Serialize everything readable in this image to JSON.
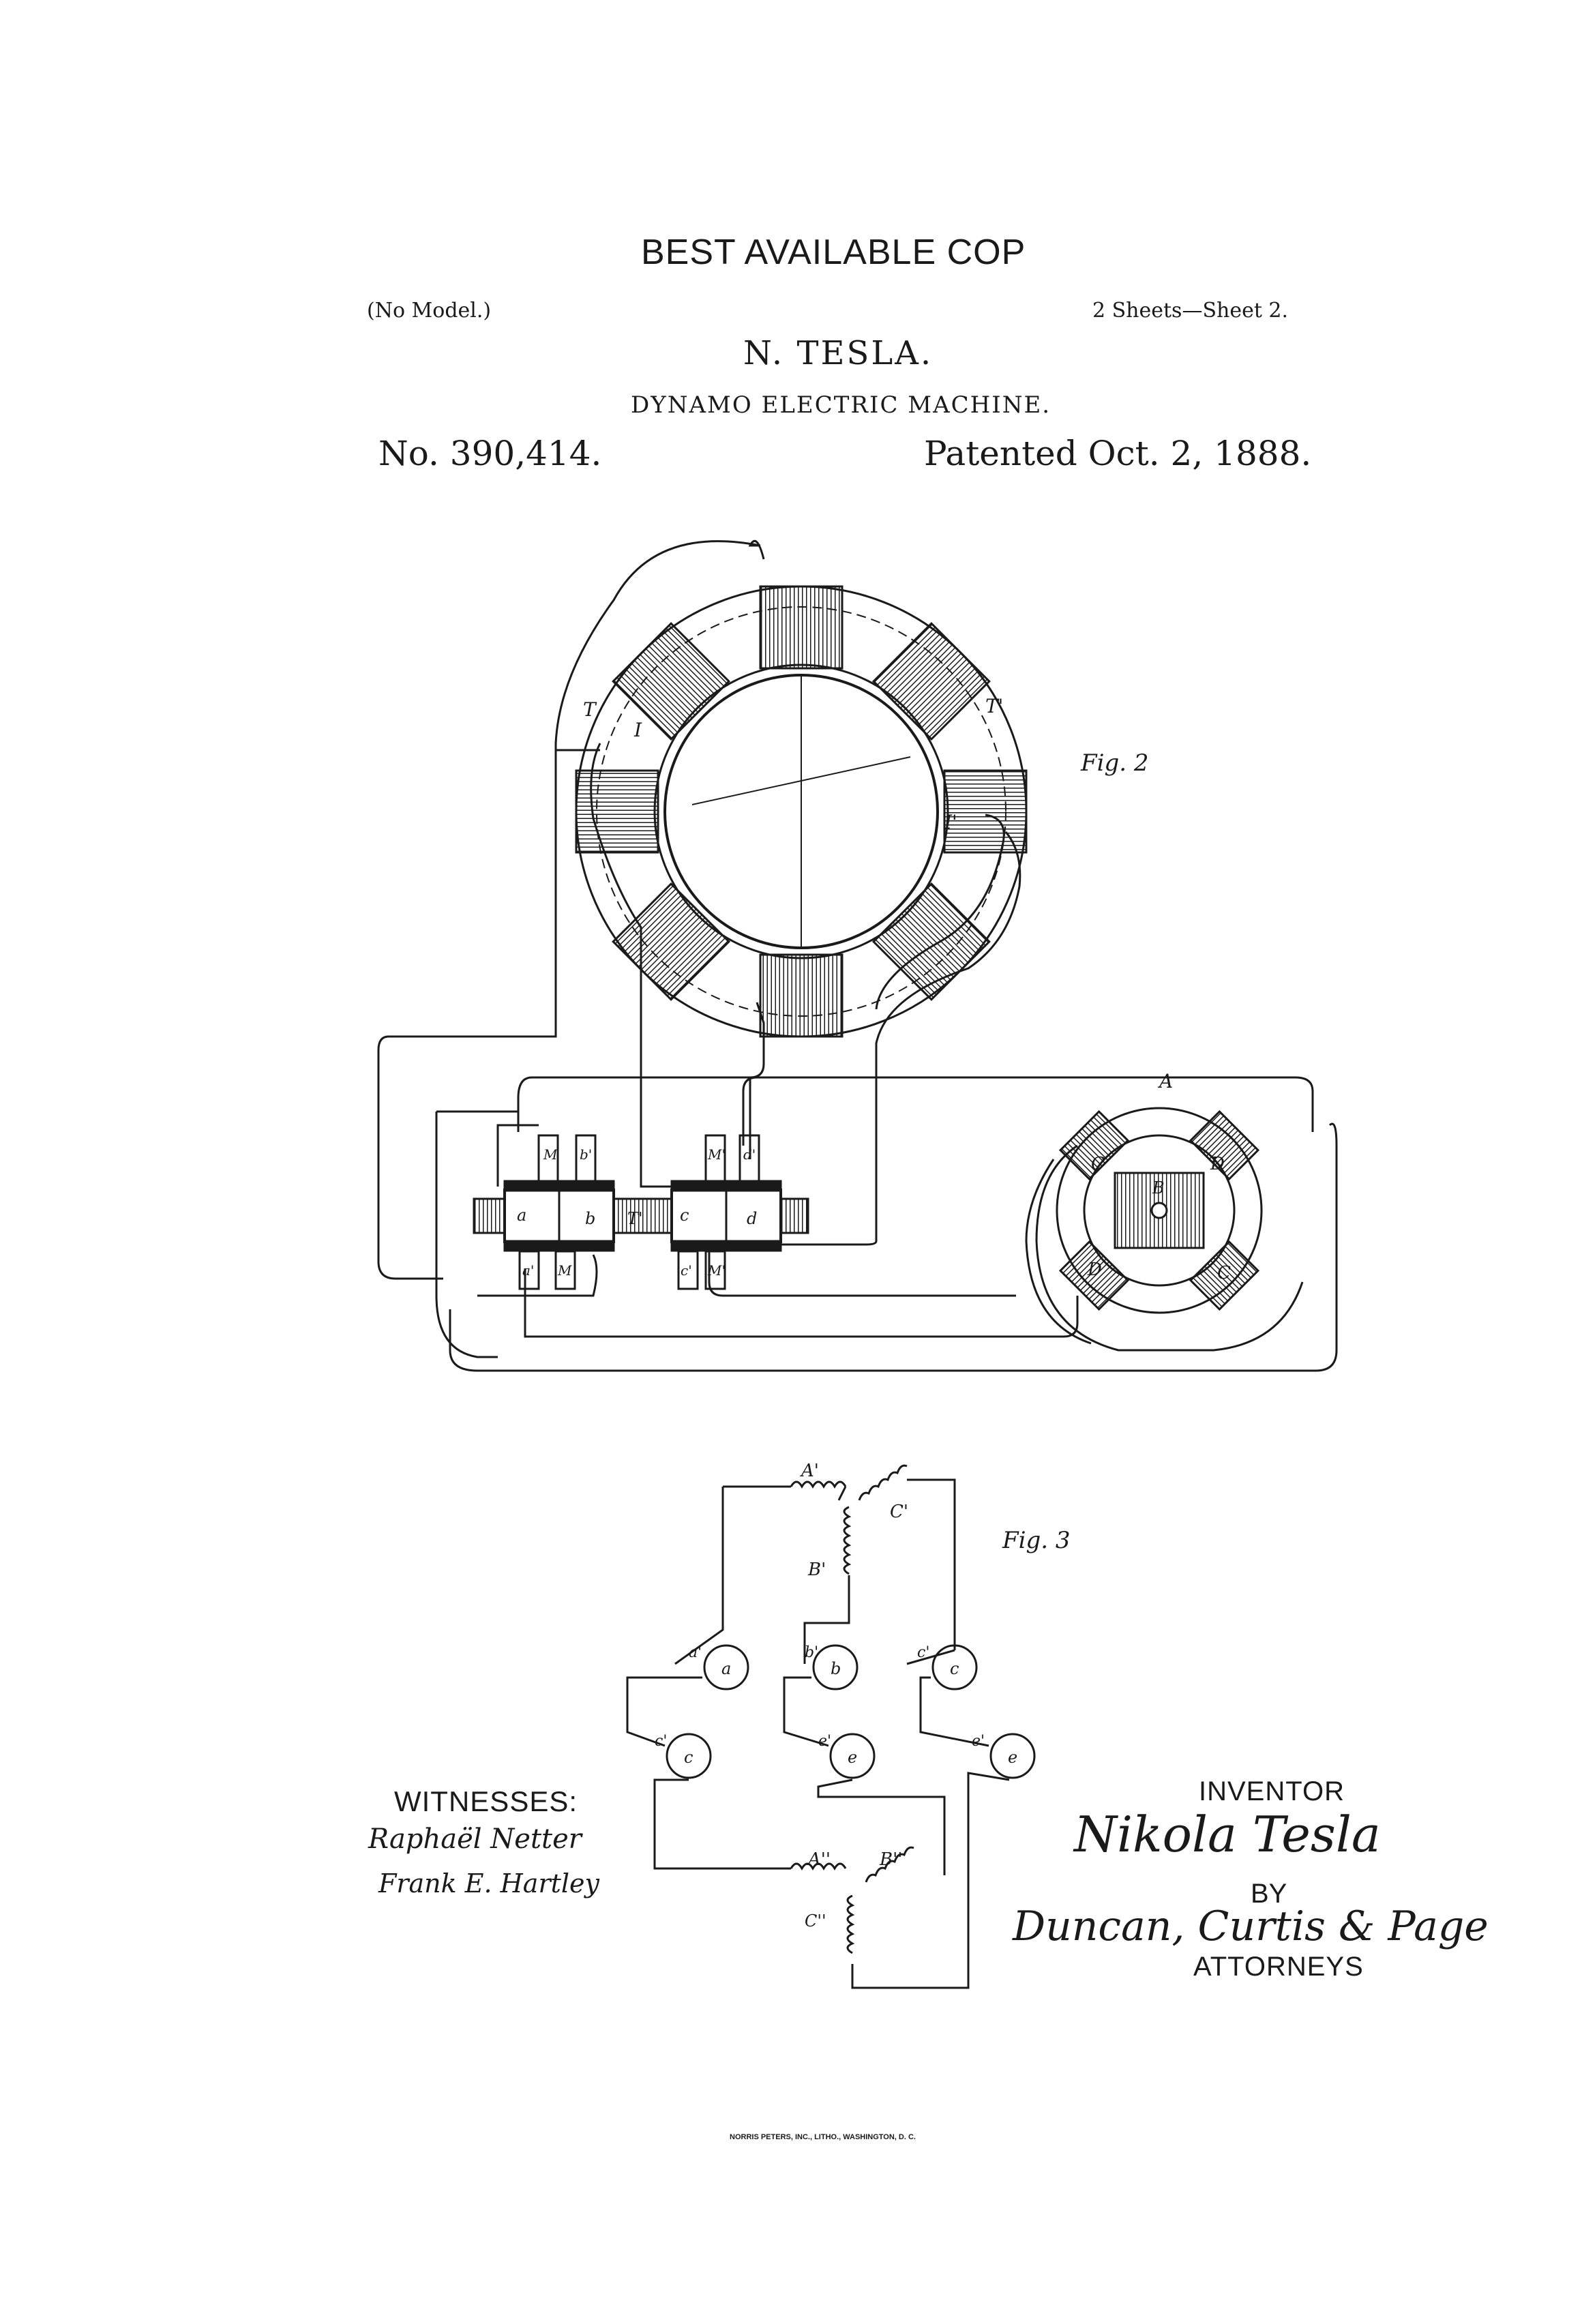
{
  "header": {
    "stamp": "BEST AVAILABLE COP",
    "no_model": "(No Model.)",
    "sheets": "2 Sheets—Sheet 2.",
    "inventor_name": "N. TESLA.",
    "title": "DYNAMO ELECTRIC MACHINE.",
    "patent_number": "No. 390,414.",
    "patent_date": "Patented Oct. 2, 1888."
  },
  "figures": {
    "fig2": {
      "caption": "Fig. 2",
      "labels": {
        "T_left": "T",
        "I_left": "I",
        "T_right": "T'",
        "I_right": "I'",
        "A": "A",
        "C_top": "C",
        "D_top": "D",
        "D_bottom": "D",
        "C_bottom": "C",
        "B": "B"
      },
      "commutator": {
        "a": "a",
        "b": "b",
        "T": "T'",
        "c": "c",
        "d": "d",
        "a1": "a'",
        "M_top": "M",
        "b1": "b'",
        "M2_top": "M'",
        "d1": "d'",
        "M_bottom": "M",
        "c1": "c'",
        "M2_bottom": "M'"
      }
    },
    "fig3": {
      "caption": "Fig. 3",
      "labels": {
        "A1": "A'",
        "C1": "C'",
        "B1": "B'",
        "A2": "A''",
        "B2": "B''",
        "C2": "C''"
      },
      "circles": [
        "a",
        "b",
        "c",
        "c",
        "e",
        "e"
      ],
      "circle_prefixes": [
        "a'",
        "b'",
        "c'",
        "c'",
        "e'",
        "e'"
      ]
    }
  },
  "signatures": {
    "witnesses_label": "WITNESSES:",
    "witness_1": "Raphaël Netter",
    "witness_2": "Frank E. Hartley",
    "inventor_label": "INVENTOR",
    "inventor_signature": "Nikola Tesla",
    "by_label": "BY",
    "attorneys_signature": "Duncan, Curtis & Page",
    "attorneys_label": "ATTORNEYS"
  },
  "printer_imprint": "NORRIS PETERS, INC., LITHO., WASHINGTON, D. C."
}
